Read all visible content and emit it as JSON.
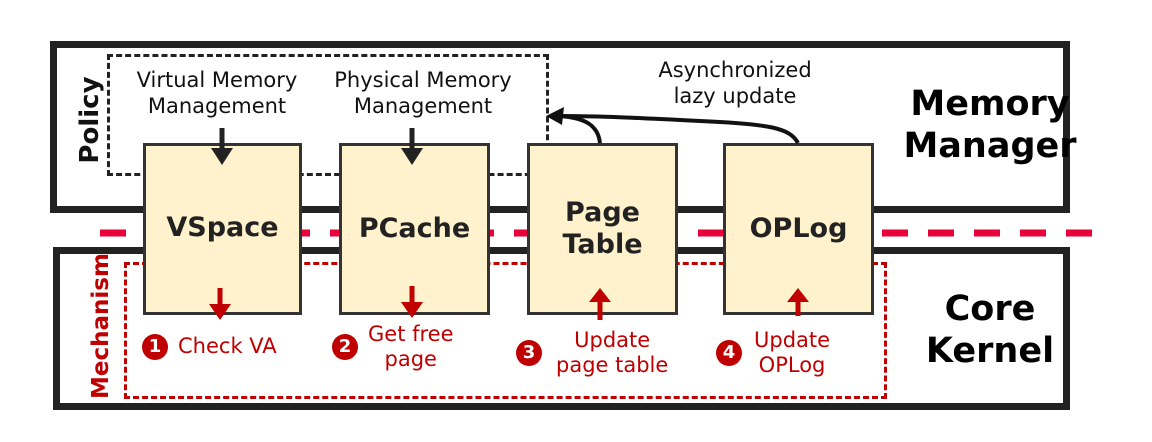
{
  "diagram": {
    "layers": {
      "top": {
        "title_lines": [
          "Memory",
          "Manager"
        ],
        "side_label": "Policy",
        "policy_items": [
          {
            "lines": [
              "Virtual Memory",
              "Management"
            ]
          },
          {
            "lines": [
              "Physical Memory",
              "Management"
            ]
          }
        ],
        "annotation_lines": [
          "Asynchronized",
          "lazy update"
        ]
      },
      "bottom": {
        "title_lines": [
          "Core",
          "Kernel"
        ],
        "side_label": "Mechanism"
      }
    },
    "components": [
      {
        "lines": [
          "VSpace"
        ]
      },
      {
        "lines": [
          "PCache"
        ]
      },
      {
        "lines": [
          "Page",
          "Table"
        ]
      },
      {
        "lines": [
          "OPLog"
        ]
      }
    ],
    "steps": [
      {
        "number": "1",
        "lines": [
          "Check VA"
        ],
        "direction": "down"
      },
      {
        "number": "2",
        "lines": [
          "Get free",
          "page"
        ],
        "direction": "down"
      },
      {
        "number": "3",
        "lines": [
          "Update",
          "page table"
        ],
        "direction": "up"
      },
      {
        "number": "4",
        "lines": [
          "Update",
          "OPLog"
        ],
        "direction": "up"
      }
    ],
    "colors": {
      "frame": "#222222",
      "component_fill": "#fff2cc",
      "mechanism": "#c00000",
      "boundary": "#e8003a"
    }
  }
}
